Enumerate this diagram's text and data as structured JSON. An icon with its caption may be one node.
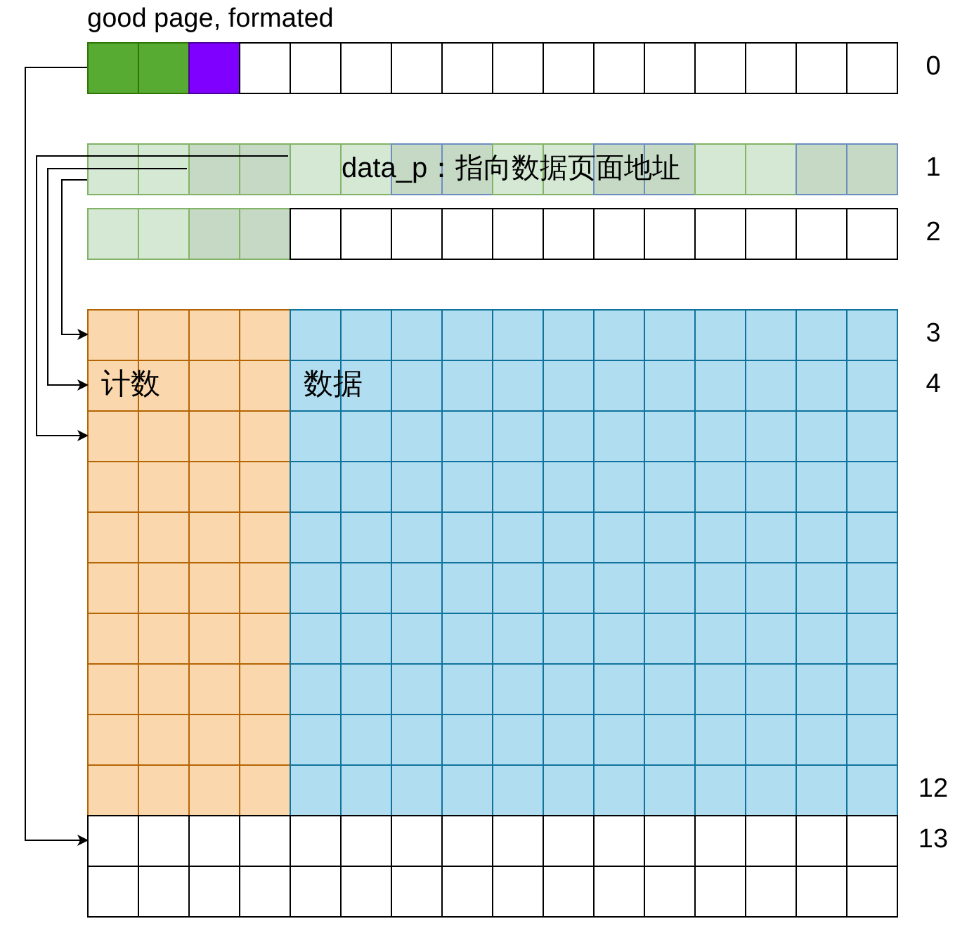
{
  "diagram": {
    "nodes": [
      {
        "text": [
          "good page, formated"
        ]
      },
      {
        "text": [
          "data_p：指向数据页面地址"
        ]
      },
      {
        "text": [],
        "shape": "bar"
      },
      {
        "text": [
          "计数"
        ]
      },
      {
        "text": [
          "数据"
        ]
      },
      {
        "text": [],
        "shape": "bar"
      },
      {
        "text": [],
        "shape": "bar"
      }
    ],
    "edges": [
      {
        "from": 0,
        "to": 5,
        "arrow": "to"
      },
      {
        "from": 1,
        "to": 3,
        "arrow": "to"
      },
      {
        "from": 1,
        "to": 3,
        "arrow": "to"
      },
      {
        "from": 1,
        "to": 3,
        "arrow": "to"
      }
    ],
    "labels": [
      "0",
      "1",
      "2",
      "3",
      "4",
      "12",
      "13"
    ]
  }
}
